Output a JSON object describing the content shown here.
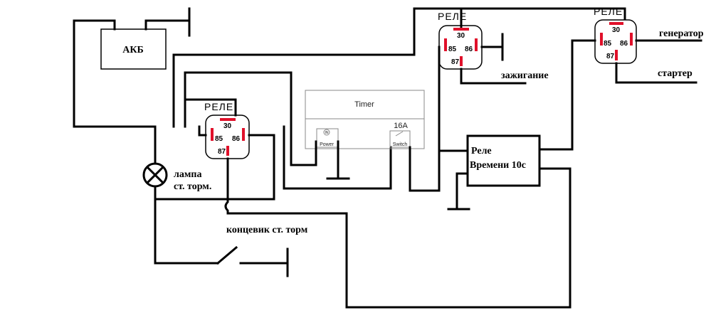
{
  "battery": {
    "label": "АКБ"
  },
  "relays": [
    {
      "title": "РЕЛЕ",
      "pin30": "30",
      "pin85": "85",
      "pin86": "86",
      "pin87": "87"
    },
    {
      "title": "РЕЛЕ",
      "pin30": "30",
      "pin85": "85",
      "pin86": "86",
      "pin87": "87"
    },
    {
      "title": "РЕЛЕ",
      "pin30": "30",
      "pin85": "85",
      "pin86": "86",
      "pin87": "87"
    }
  ],
  "timer": {
    "title": "Timer",
    "power_label": "Power",
    "in_label": "IN",
    "switch_label": "Switch",
    "current": "16A"
  },
  "time_relay": {
    "line1": "Реле",
    "line2": "Времени 10с"
  },
  "labels": {
    "lamp_line1": "лампа",
    "lamp_line2": "ст. торм.",
    "limit_switch": "концевик ст. торм",
    "ignition": "зажигание",
    "generator": "генератор",
    "starter": "стартер"
  }
}
